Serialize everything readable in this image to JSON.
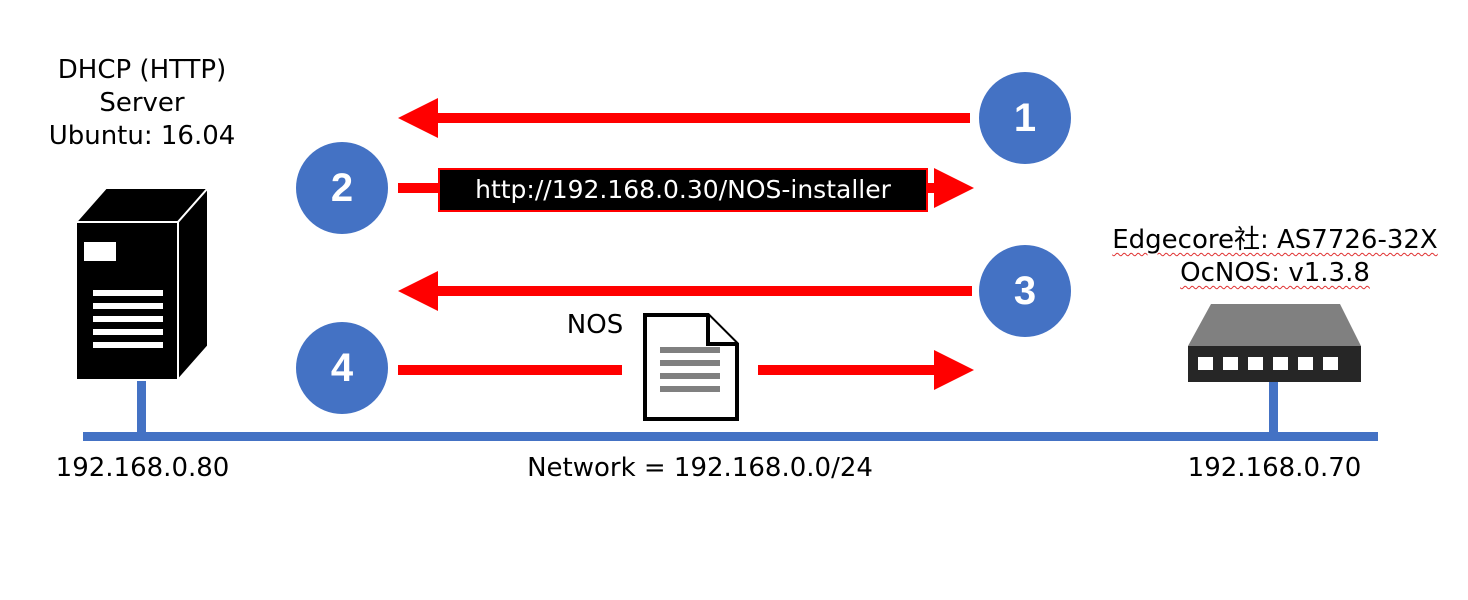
{
  "server": {
    "label_lines": [
      "DHCP (HTTP)",
      "Server",
      "Ubuntu: 16.04"
    ],
    "ip": "192.168.0.80"
  },
  "switch": {
    "label_lines": [
      "Edgecore社: AS7726-32X",
      "OcNOS: v1.3.8"
    ],
    "ip": "192.168.0.70"
  },
  "network": {
    "label": "Network = 192.168.0.0/24"
  },
  "steps": [
    {
      "number": "1",
      "direction": "to-server"
    },
    {
      "number": "2",
      "direction": "to-switch",
      "label": "http://192.168.0.30/NOS-installer"
    },
    {
      "number": "3",
      "direction": "to-server"
    },
    {
      "number": "4",
      "direction": "to-switch",
      "label": "NOS"
    }
  ],
  "colors": {
    "arrow": "#ff0000",
    "step_circle": "#4472c4",
    "network_line": "#4472c4",
    "server_body": "#000000",
    "switch_top": "#808080",
    "switch_body": "#262626"
  },
  "icons": {
    "server": "server-tower-icon",
    "switch": "network-switch-icon",
    "file": "document-icon"
  }
}
